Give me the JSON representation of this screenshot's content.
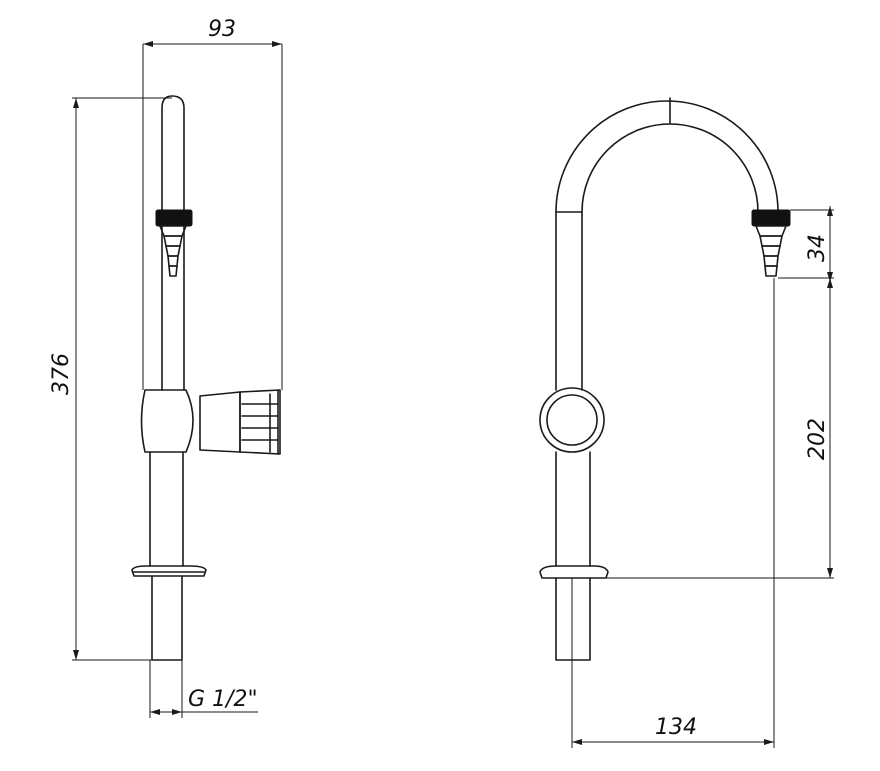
{
  "dimensions": {
    "side_width": "93",
    "side_height": "376",
    "thread": "G 1/2\"",
    "front_nozzle": "34",
    "front_height": "202",
    "front_reach": "134"
  },
  "colors": {
    "line": "#1a1a1a",
    "background": "#ffffff"
  }
}
